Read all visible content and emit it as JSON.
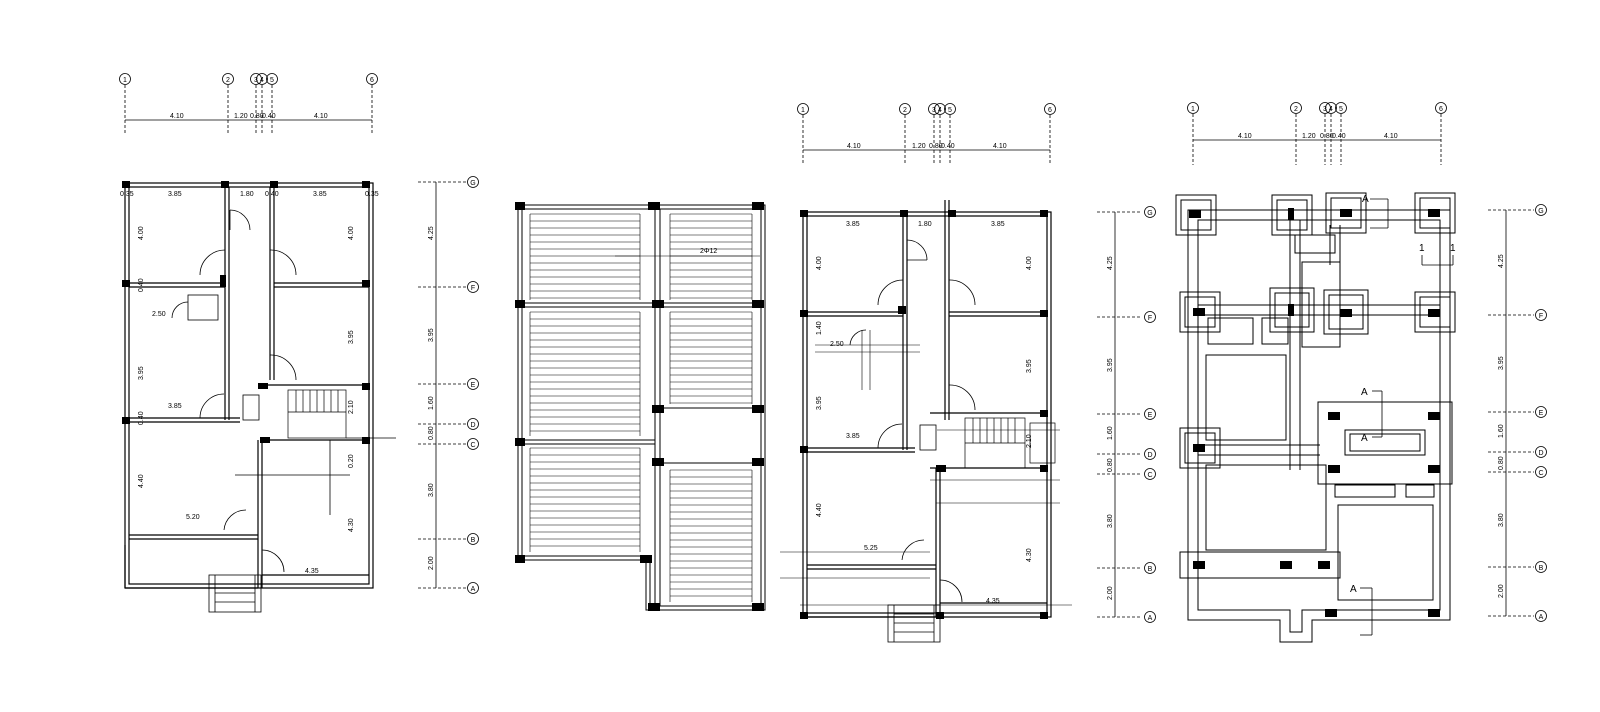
{
  "colors": {
    "ink": "#000000",
    "paper": "#ffffff"
  },
  "plans": {
    "p1": {
      "grid_top": [
        "1",
        "2",
        "3",
        "4",
        "5",
        "6"
      ],
      "grid_right": [
        "G",
        "F",
        "E",
        "D",
        "C",
        "B",
        "A"
      ],
      "dims_top": [
        "4.10",
        "1.20",
        "0.80",
        "0.40",
        "4.10"
      ],
      "dims_right": [
        "4.25",
        "3.95",
        "1.60",
        "0.80",
        "3.80",
        "2.00"
      ],
      "room_dims": [
        "3.85",
        "1.80",
        "3.85",
        "0.35",
        "0.40",
        "0.35",
        "4.00",
        "4.00",
        "0.40",
        "2.50",
        "3.95",
        "3.95",
        "3.85",
        "4.40",
        "5.20",
        "4.30",
        "4.35",
        "2.10",
        "0.40",
        "0.20"
      ]
    },
    "p2": {
      "label": "2Φ12"
    },
    "p3": {
      "grid_top": [
        "1",
        "2",
        "3",
        "4",
        "5",
        "6"
      ],
      "grid_right": [
        "G",
        "F",
        "E",
        "D",
        "C",
        "B",
        "A"
      ],
      "dims_top": [
        "4.10",
        "1.20",
        "0.80",
        "0.40",
        "4.10"
      ],
      "dims_right": [
        "4.25",
        "3.95",
        "1.60",
        "0.80",
        "3.80",
        "2.00"
      ],
      "room_dims": [
        "3.85",
        "1.80",
        "3.85",
        "4.00",
        "4.00",
        "1.40",
        "2.50",
        "3.95",
        "3.95",
        "3.85",
        "4.40",
        "5.25",
        "4.30",
        "4.35",
        "2.10"
      ]
    },
    "p4": {
      "grid_top": [
        "1",
        "2",
        "3",
        "4",
        "5",
        "6"
      ],
      "grid_right": [
        "G",
        "F",
        "E",
        "D",
        "C",
        "B",
        "A"
      ],
      "dims_top": [
        "4.10",
        "1.20",
        "0.80",
        "0.40",
        "4.10"
      ],
      "dims_right": [
        "4.25",
        "3.95",
        "1.60",
        "0.80",
        "3.80",
        "2.00"
      ],
      "section_marks": [
        "A",
        "A",
        "A",
        "A",
        "1",
        "1"
      ]
    }
  }
}
